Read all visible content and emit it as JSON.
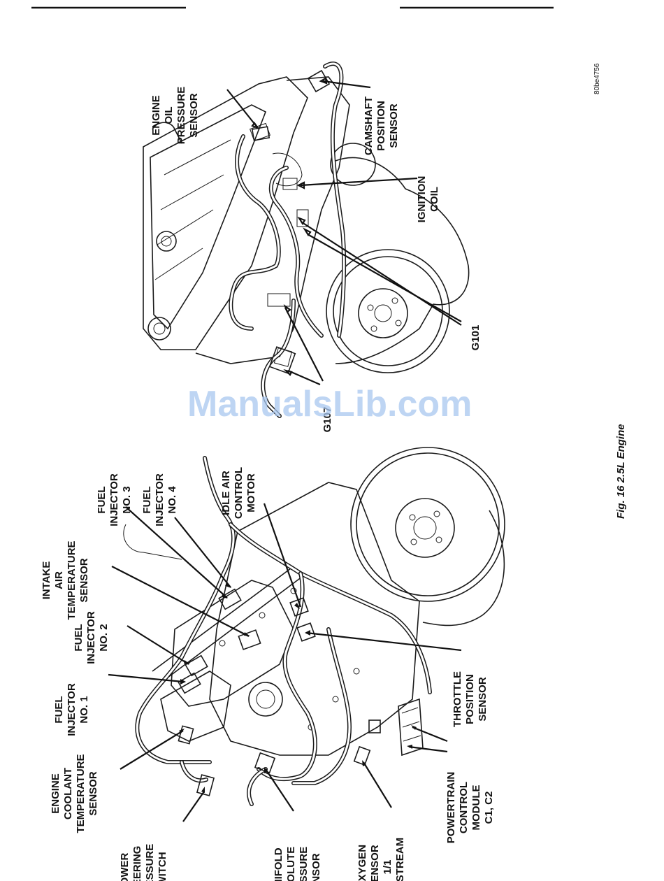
{
  "figure": {
    "id": "80be4756",
    "caption": "Fig. 16 2.5L Engine",
    "watermark": "ManualsLib.com"
  },
  "labels_top": {
    "engine_oil_pressure_sensor": [
      "ENGINE",
      "OIL",
      "PRESSURE",
      "SENSOR"
    ],
    "camshaft_position_sensor": [
      "CAMSHAFT",
      "POSITION",
      "SENSOR"
    ],
    "ignition_coil": [
      "IGNITION",
      "COIL"
    ],
    "g101": [
      "G101"
    ],
    "g107": [
      "G107"
    ]
  },
  "labels_bottom": {
    "fuel_injector_no1": [
      "FUEL",
      "INJECTOR",
      "NO. 1"
    ],
    "fuel_injector_no2": [
      "FUEL",
      "INJECTOR",
      "NO. 2"
    ],
    "intake_air_temperature_sensor": [
      "INTAKE",
      "AIR",
      "TEMPERATURE",
      "SENSOR"
    ],
    "fuel_injector_no3": [
      "FUEL",
      "INJECTOR",
      "NO. 3"
    ],
    "fuel_injector_no4": [
      "FUEL",
      "INJECTOR",
      "NO. 4"
    ],
    "idle_air_control_motor": [
      "IDLE AIR",
      "CONTROL",
      "MOTOR"
    ],
    "throttle_position_sensor": [
      "THROTTLE",
      "POSITION",
      "SENSOR"
    ],
    "powertrain_control_module": [
      "POWERTRAIN",
      "CONTROL",
      "MODULE",
      "C1, C2"
    ],
    "engine_coolant_temperature_sensor": [
      "ENGINE",
      "COOLANT",
      "TEMPERATURE",
      "SENSOR"
    ],
    "power_steering_pressure_switch": [
      "POWER",
      "STEERING",
      "PRESSURE",
      "SWITCH"
    ],
    "manifold_absolute_pressure_sensor": [
      "MANIFOLD",
      "ABSOLUTE",
      "PRESSURE",
      "SENSOR"
    ],
    "oxygen_sensor_upstream": [
      "OXYGEN",
      "SENSOR",
      "1/1",
      "UPSTREAM"
    ]
  }
}
